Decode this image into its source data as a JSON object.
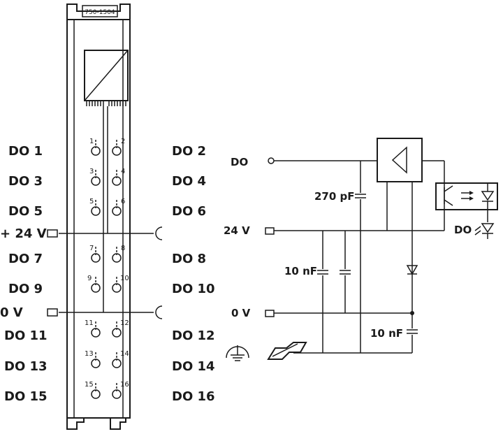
{
  "module": {
    "part_number": "750-1504",
    "left_labels": [
      "DO 1",
      "DO 3",
      "DO 5",
      "+ 24 V",
      "DO 7",
      "DO 9",
      "0 V",
      "DO 11",
      "DO 13",
      "DO 15"
    ],
    "right_labels": [
      "DO 2",
      "DO 4",
      "DO 6",
      "DO 8",
      "DO 10",
      "DO 12",
      "DO 14",
      "DO 16"
    ],
    "terminal_numbers": [
      "1",
      "2",
      "3",
      "4",
      "5",
      "6",
      "7",
      "8",
      "9",
      "10",
      "11",
      "12",
      "13",
      "14",
      "15",
      "16"
    ]
  },
  "schematic": {
    "do_label": "DO",
    "v24_label": "24 V",
    "v0_label": "0 V",
    "cap_270": "270 pF",
    "cap_10n_left": "10 nF",
    "cap_10n_bottom": "10 nF",
    "led_label": "DO"
  }
}
